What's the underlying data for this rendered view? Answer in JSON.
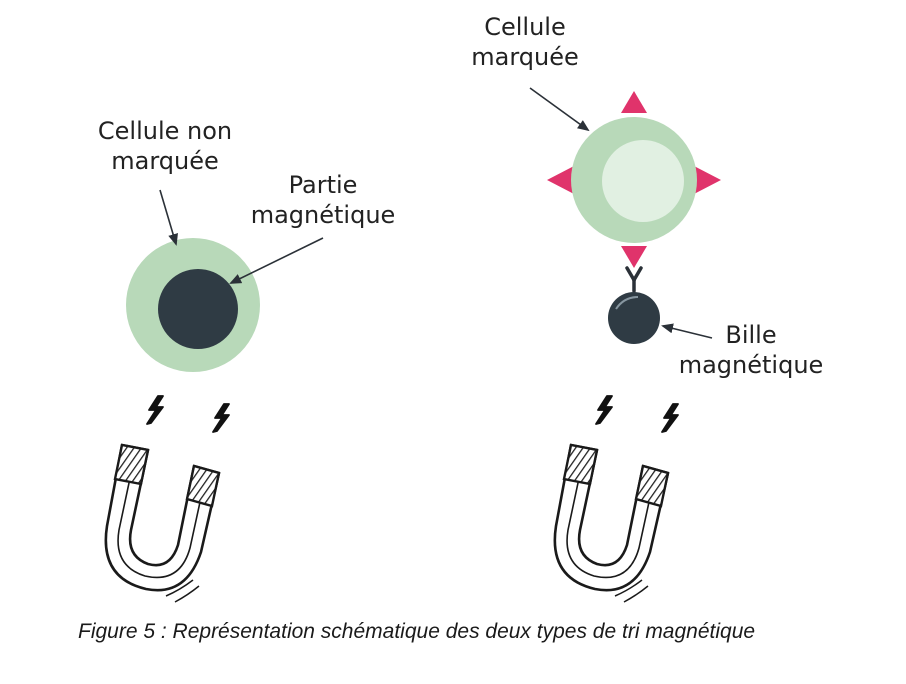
{
  "left_panel": {
    "cell_label": [
      "Cellule non",
      "marquée"
    ],
    "part_label": [
      "Partie",
      "magnétique"
    ]
  },
  "right_panel": {
    "cell_label": [
      "Cellule",
      "marquée"
    ],
    "bead_label": [
      "Bille",
      "magnétique"
    ]
  },
  "caption": "Figure 5 : Représentation schématique des deux types de tri magnétique",
  "colors": {
    "cell_membrane": "#b8d9b9",
    "cell_nucleus_light": "#e1f0e2",
    "magnetic_part": "#2f3b44",
    "marker": "#e0336b",
    "text": "#222222"
  }
}
